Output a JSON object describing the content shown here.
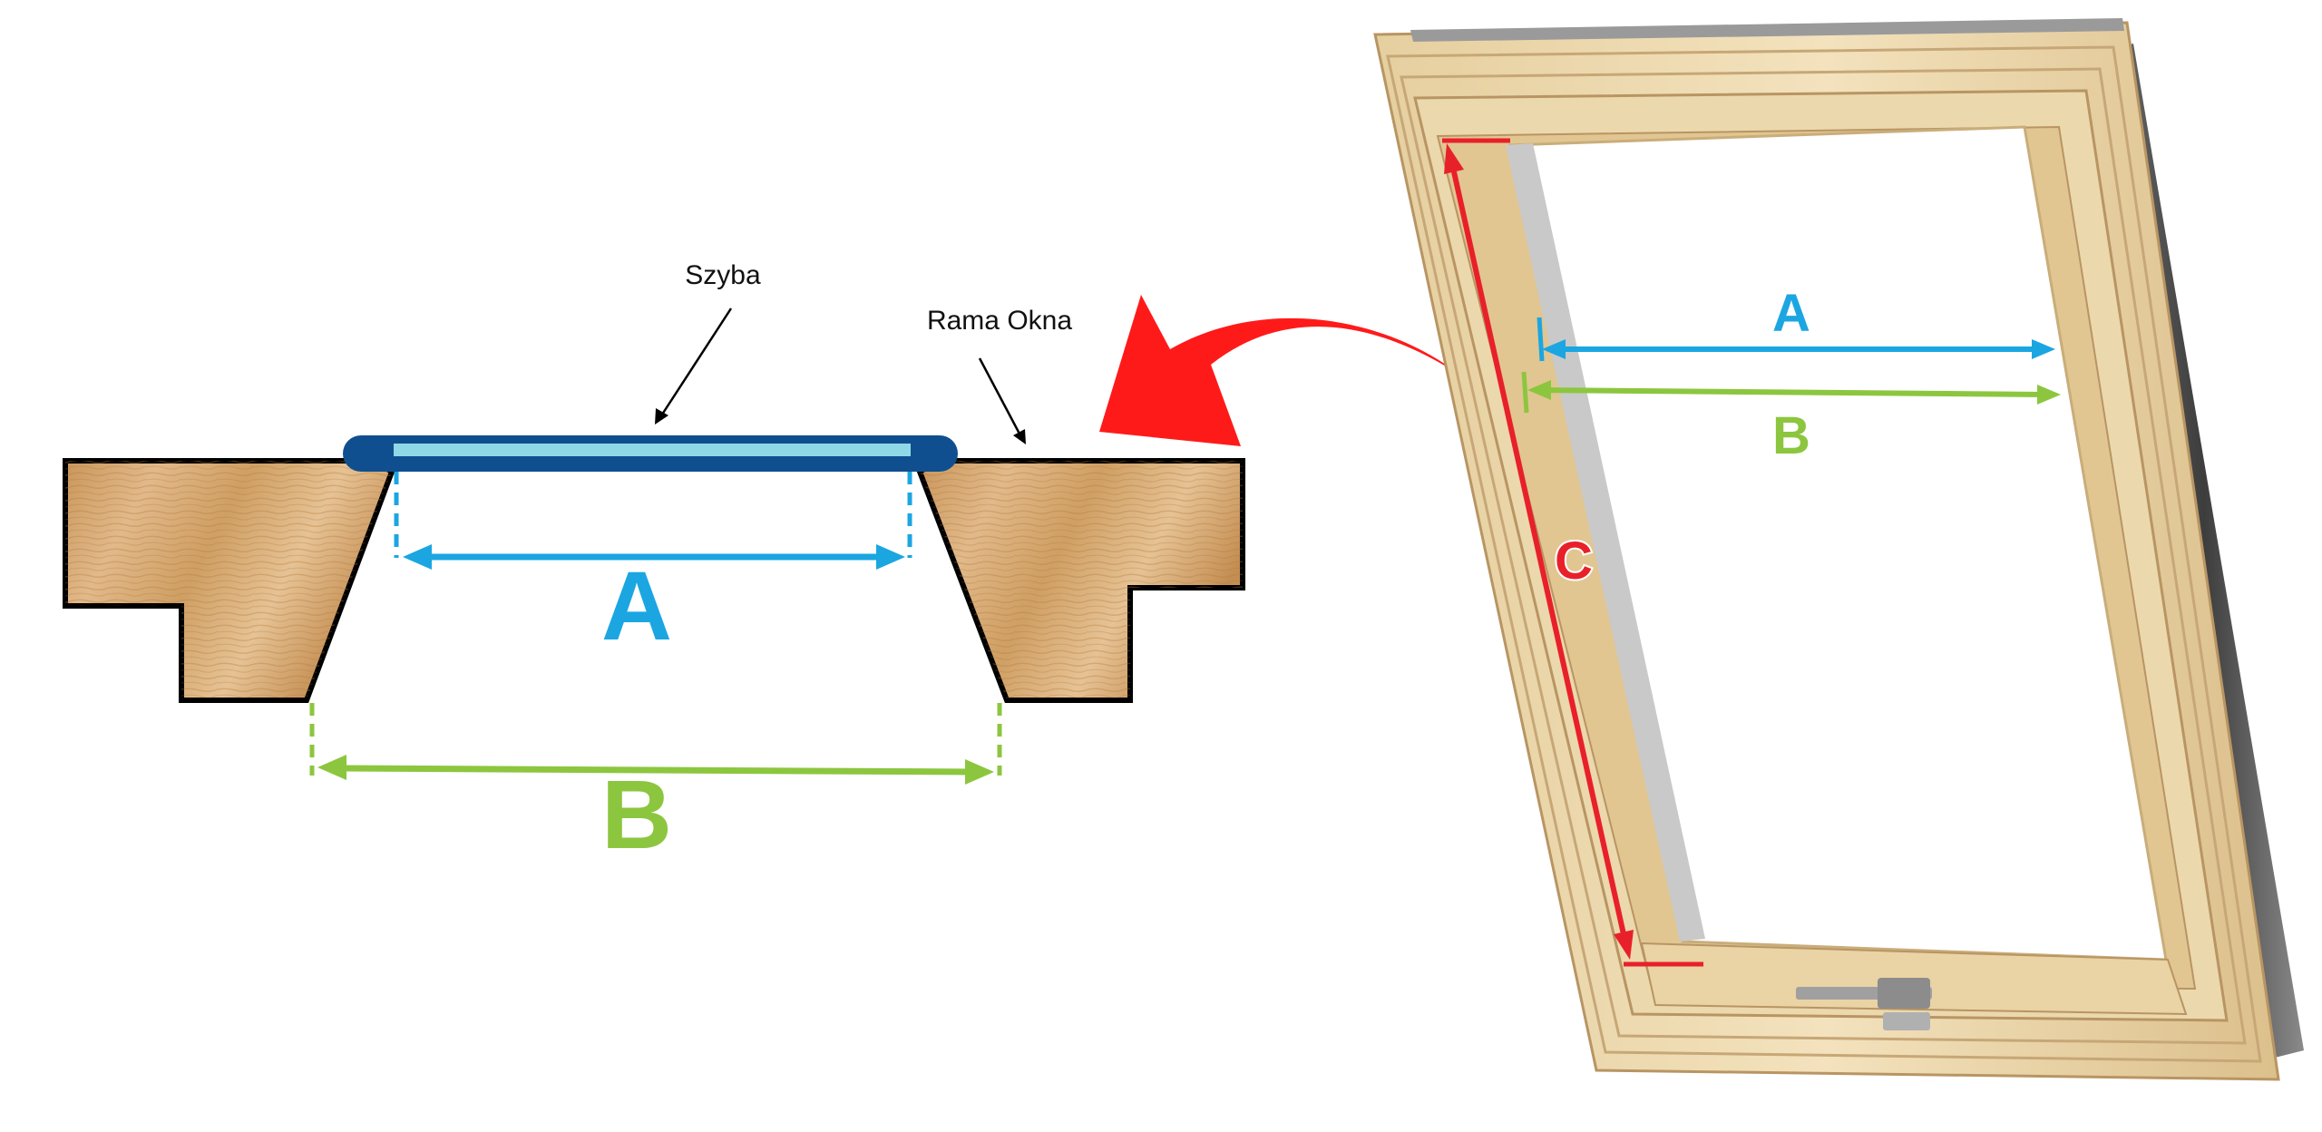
{
  "labels": {
    "glass": "Szyba",
    "frame": "Rama Okna"
  },
  "dimensions": {
    "a": "A",
    "b": "B",
    "c": "C"
  },
  "colors": {
    "a": "#1ba6e2",
    "b": "#8cc63f",
    "c": "#e8202a",
    "arrow": "#ff1a1a",
    "glass_outer": "#0f4f8f",
    "glass_inner": "#8fd9e6",
    "wood": "#d9ad73",
    "outline": "#000000"
  }
}
